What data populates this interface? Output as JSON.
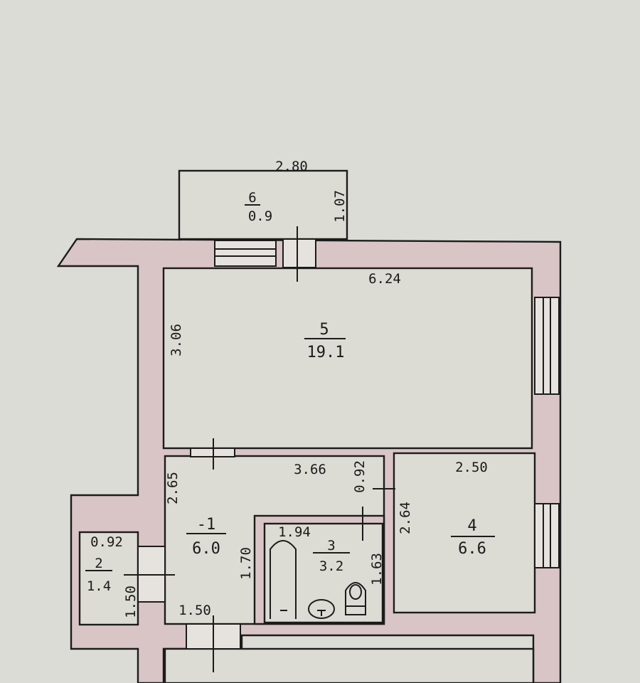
{
  "colors": {
    "paper": "#dcdcd6",
    "wall_fill": "#d9c4c6",
    "line": "#1c1c1c"
  },
  "rooms": [
    {
      "id": "balcony",
      "number": "6",
      "area": "0.9"
    },
    {
      "id": "living",
      "number": "5",
      "area": "19.1"
    },
    {
      "id": "hall",
      "number": "-1",
      "area": "6.0"
    },
    {
      "id": "storage",
      "number": "2",
      "area": "1.4"
    },
    {
      "id": "bath",
      "number": "3",
      "area": "3.2"
    },
    {
      "id": "bedroom",
      "number": "4",
      "area": "6.6"
    }
  ],
  "dimensions": {
    "balcony_width": "2.80",
    "balcony_depth": "1.07",
    "living_width": "6.24",
    "living_depth": "3.06",
    "hall_width": "3.66",
    "hall_depth": "2.65",
    "storage_width": "0.92",
    "storage_depth": "1.50",
    "hall_door": "1.50",
    "bath_width": "1.94",
    "bath_depth": "1.63",
    "bath_entry": "1.70",
    "door_gap": "0.92",
    "bedroom_width": "2.50",
    "bedroom_depth": "2.64"
  }
}
